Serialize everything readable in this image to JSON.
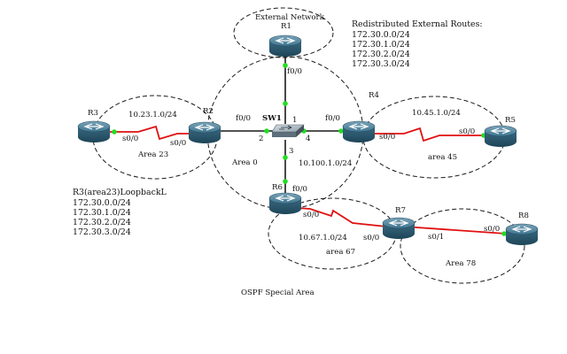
{
  "labels": {
    "external_network": "External Network",
    "redistributed_title": "Redistributed External Routes:",
    "loopback_title": "R3(area23)LoopbackL",
    "caption": "OSPF Special Area"
  },
  "redistributed_routes": [
    "172.30.0.0/24",
    "172.30.1.0/24",
    "172.30.2.0/24",
    "172.30.3.0/24"
  ],
  "loopback_routes": [
    "172.30.0.0/24",
    "172.30.1.0/24",
    "172.30.2.0/24",
    "172.30.3.0/24"
  ],
  "routers": {
    "r1": "R1",
    "r2": "R2",
    "r3": "R3",
    "r4": "R4",
    "r5": "R5",
    "r6": "R6",
    "r7": "R7",
    "r8": "R8"
  },
  "switch": "SW1",
  "areas": {
    "area0": "Area 0",
    "area23": "Area 23",
    "area45": "area 45",
    "area67": "area 67",
    "area78": "Area 78"
  },
  "subnets": {
    "r2_r3": "10.23.1.0/24",
    "r4_r5": "10.45.1.0/24",
    "lan": "10.100.1.0/24",
    "r6_r7": "10.67.1.0/24"
  },
  "interfaces": {
    "r1_f00": "f0/0",
    "r2_f00": "f0/0",
    "r2_s00": "s0/0",
    "r3_s00": "s0/0",
    "r4_f00": "f0/0",
    "r4_s00": "s0/0",
    "r5_s00": "s0/0",
    "r6_f00": "f0/0",
    "r6_s00": "s0/0",
    "r7_s00": "s0/0",
    "r7_s01": "s0/1",
    "r8_s00": "s0/0"
  },
  "switch_ports": {
    "p1": "1",
    "p2": "2",
    "p3": "3",
    "p4": "4"
  },
  "colors": {
    "serial_link": "#e01010",
    "ethernet_link": "#1a1a1a",
    "port_dot": "#22dd22",
    "area_boundary": "#1a1a1a",
    "router_body": "#2e5f78"
  },
  "icons": {
    "router": "router-icon",
    "switch": "switch-icon"
  }
}
